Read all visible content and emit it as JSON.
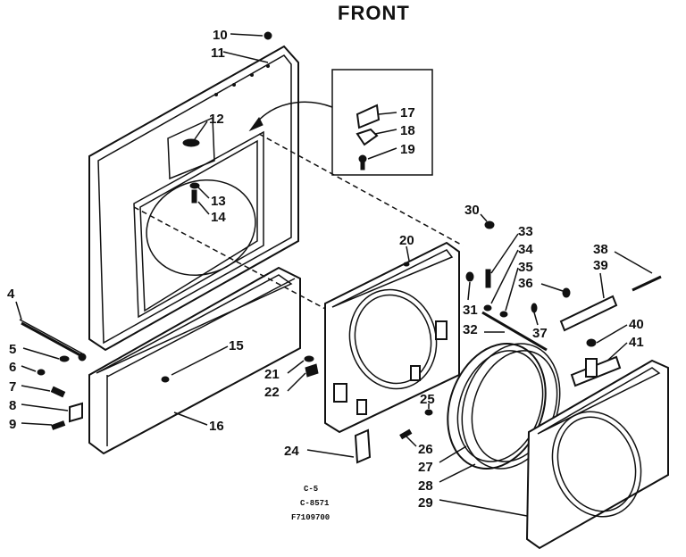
{
  "title": "FRONT",
  "codes": {
    "line1": "C-5",
    "line2": "C-8571",
    "line3": "F7109700"
  },
  "callouts": [
    {
      "id": "c10",
      "text": "10"
    },
    {
      "id": "c11",
      "text": "11"
    },
    {
      "id": "c12",
      "text": "12"
    },
    {
      "id": "c13",
      "text": "13"
    },
    {
      "id": "c14",
      "text": "14"
    },
    {
      "id": "c17",
      "text": "17"
    },
    {
      "id": "c18",
      "text": "18"
    },
    {
      "id": "c19",
      "text": "19"
    },
    {
      "id": "c20",
      "text": "20"
    },
    {
      "id": "c4",
      "text": "4"
    },
    {
      "id": "c5",
      "text": "5"
    },
    {
      "id": "c6",
      "text": "6"
    },
    {
      "id": "c7",
      "text": "7"
    },
    {
      "id": "c8",
      "text": "8"
    },
    {
      "id": "c9",
      "text": "9"
    },
    {
      "id": "c15",
      "text": "15"
    },
    {
      "id": "c16",
      "text": "16"
    },
    {
      "id": "c21",
      "text": "21"
    },
    {
      "id": "c22",
      "text": "22"
    },
    {
      "id": "c24",
      "text": "24"
    },
    {
      "id": "c25",
      "text": "25"
    },
    {
      "id": "c26",
      "text": "26"
    },
    {
      "id": "c27",
      "text": "27"
    },
    {
      "id": "c28",
      "text": "28"
    },
    {
      "id": "c29",
      "text": "29"
    },
    {
      "id": "c30",
      "text": "30"
    },
    {
      "id": "c31",
      "text": "31"
    },
    {
      "id": "c32",
      "text": "32"
    },
    {
      "id": "c33",
      "text": "33"
    },
    {
      "id": "c34",
      "text": "34"
    },
    {
      "id": "c35",
      "text": "35"
    },
    {
      "id": "c36",
      "text": "36"
    },
    {
      "id": "c37",
      "text": "37"
    },
    {
      "id": "c38",
      "text": "38"
    },
    {
      "id": "c39",
      "text": "39"
    },
    {
      "id": "c40",
      "text": "40"
    },
    {
      "id": "c41",
      "text": "41"
    }
  ]
}
